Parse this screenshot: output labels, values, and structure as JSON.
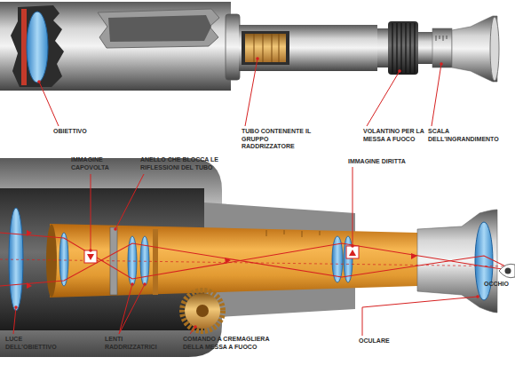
{
  "diagram": {
    "labels": [
      "OBIETTIVO",
      "TUBO CONTENENTE IL GRUPPO RADDRIZZATORE",
      "VOLANTINO PER LA MESSA A FUOCO",
      "SCALA DELL'INGRANDIMENTO",
      "IMMAGINE CAPOVOLTA",
      "ANELLO CHE BLOCCA LE RIFLESSIONI DEL TUBO",
      "IMMAGINE DIRITTA",
      "OCCHIO",
      "LUCE DELL'OBIETTIVO",
      "LENTI RADDRIZZATRICI",
      "COMANDO A CREMAGLIERA DELLA MESSA A FUOCO",
      "OCULARE"
    ]
  }
}
